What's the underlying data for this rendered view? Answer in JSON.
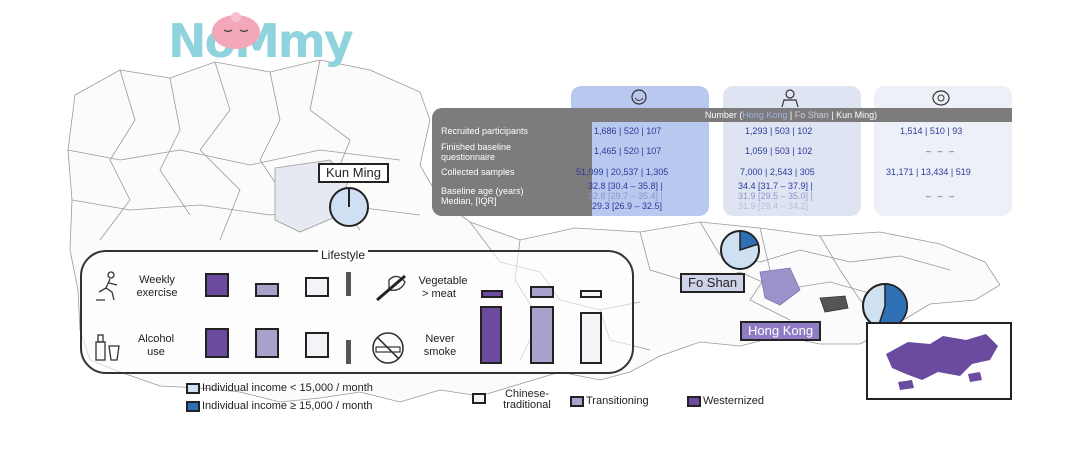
{
  "logo": {
    "text": "NoMmy"
  },
  "table": {
    "header": {
      "prefix": "Number (",
      "hk": "Hong Kong",
      "sep1": " | ",
      "fs": "Fo Shan",
      "sep2": " | ",
      "km": "Kun Ming",
      "suffix": ")"
    },
    "rows": [
      {
        "label": "Recruited participants",
        "hk": "1,686 | 520 | 107",
        "fs": "1,293 | 503 | 102",
        "km": "1,514 | 510 | 93"
      },
      {
        "label1": "Finished baseline",
        "label2": "questionnaire",
        "hk": "1,465 | 520 | 107",
        "fs": "1,059 | 503 | 102",
        "km": "– – –"
      },
      {
        "label": "Collected samples",
        "hk": "51,099 | 20,537 | 1,305",
        "fs": "7,000 | 2,543 | 305",
        "km": "31,171 | 13,434 | 519"
      },
      {
        "label1": "Baseline age (years)",
        "label2": "Median, [IQR]",
        "hk1": "32.8 [30.4 – 35.8] |",
        "hk2": "32.8 [29.7 – 35.4] |",
        "hk3": "29.3 [26.9 – 32.5]",
        "fs1": "34.4 [31.7 – 37.9] |",
        "fs2": "31.9 [29.5 – 35.0] |",
        "fs3": "31.9 [29.4 – 34.2]",
        "km": "– – –"
      }
    ]
  },
  "cities": {
    "kunming": "Kun Ming",
    "foshan": "Fo Shan",
    "hongkong": "Hong Kong"
  },
  "lifestyle": {
    "title": "Lifestyle",
    "items": [
      {
        "label1": "Weekly",
        "label2": "exercise",
        "values": [
          0.85,
          0.5,
          0.72
        ]
      },
      {
        "label1": "Vegetable",
        "label2": "> meat",
        "values": [
          0.35,
          0.6,
          0.28
        ]
      },
      {
        "label1": "Alcohol",
        "label2": "use",
        "values": [
          1.0,
          1.0,
          0.85
        ]
      },
      {
        "label1": "Never",
        "label2": "smoke",
        "values": [
          1.0,
          1.0,
          0.9
        ]
      }
    ]
  },
  "income_shares": {
    "kunming": 0.0,
    "foshan": 0.2,
    "hongkong": 0.55
  },
  "legend": {
    "income_low": "Individual income < 15,000 / month",
    "income_high": "Individual income ≥ 15,000 / month",
    "traditional1": "Chinese-",
    "traditional2": "traditional",
    "transitioning": "Transitioning",
    "westernized": "Westernized"
  },
  "colors": {
    "westernized": "#6a4ba0",
    "transitioning": "#aaa2cc",
    "traditional": "#f4f4f8",
    "income_low": "#cfe0f2",
    "income_high": "#2f6fb3"
  }
}
